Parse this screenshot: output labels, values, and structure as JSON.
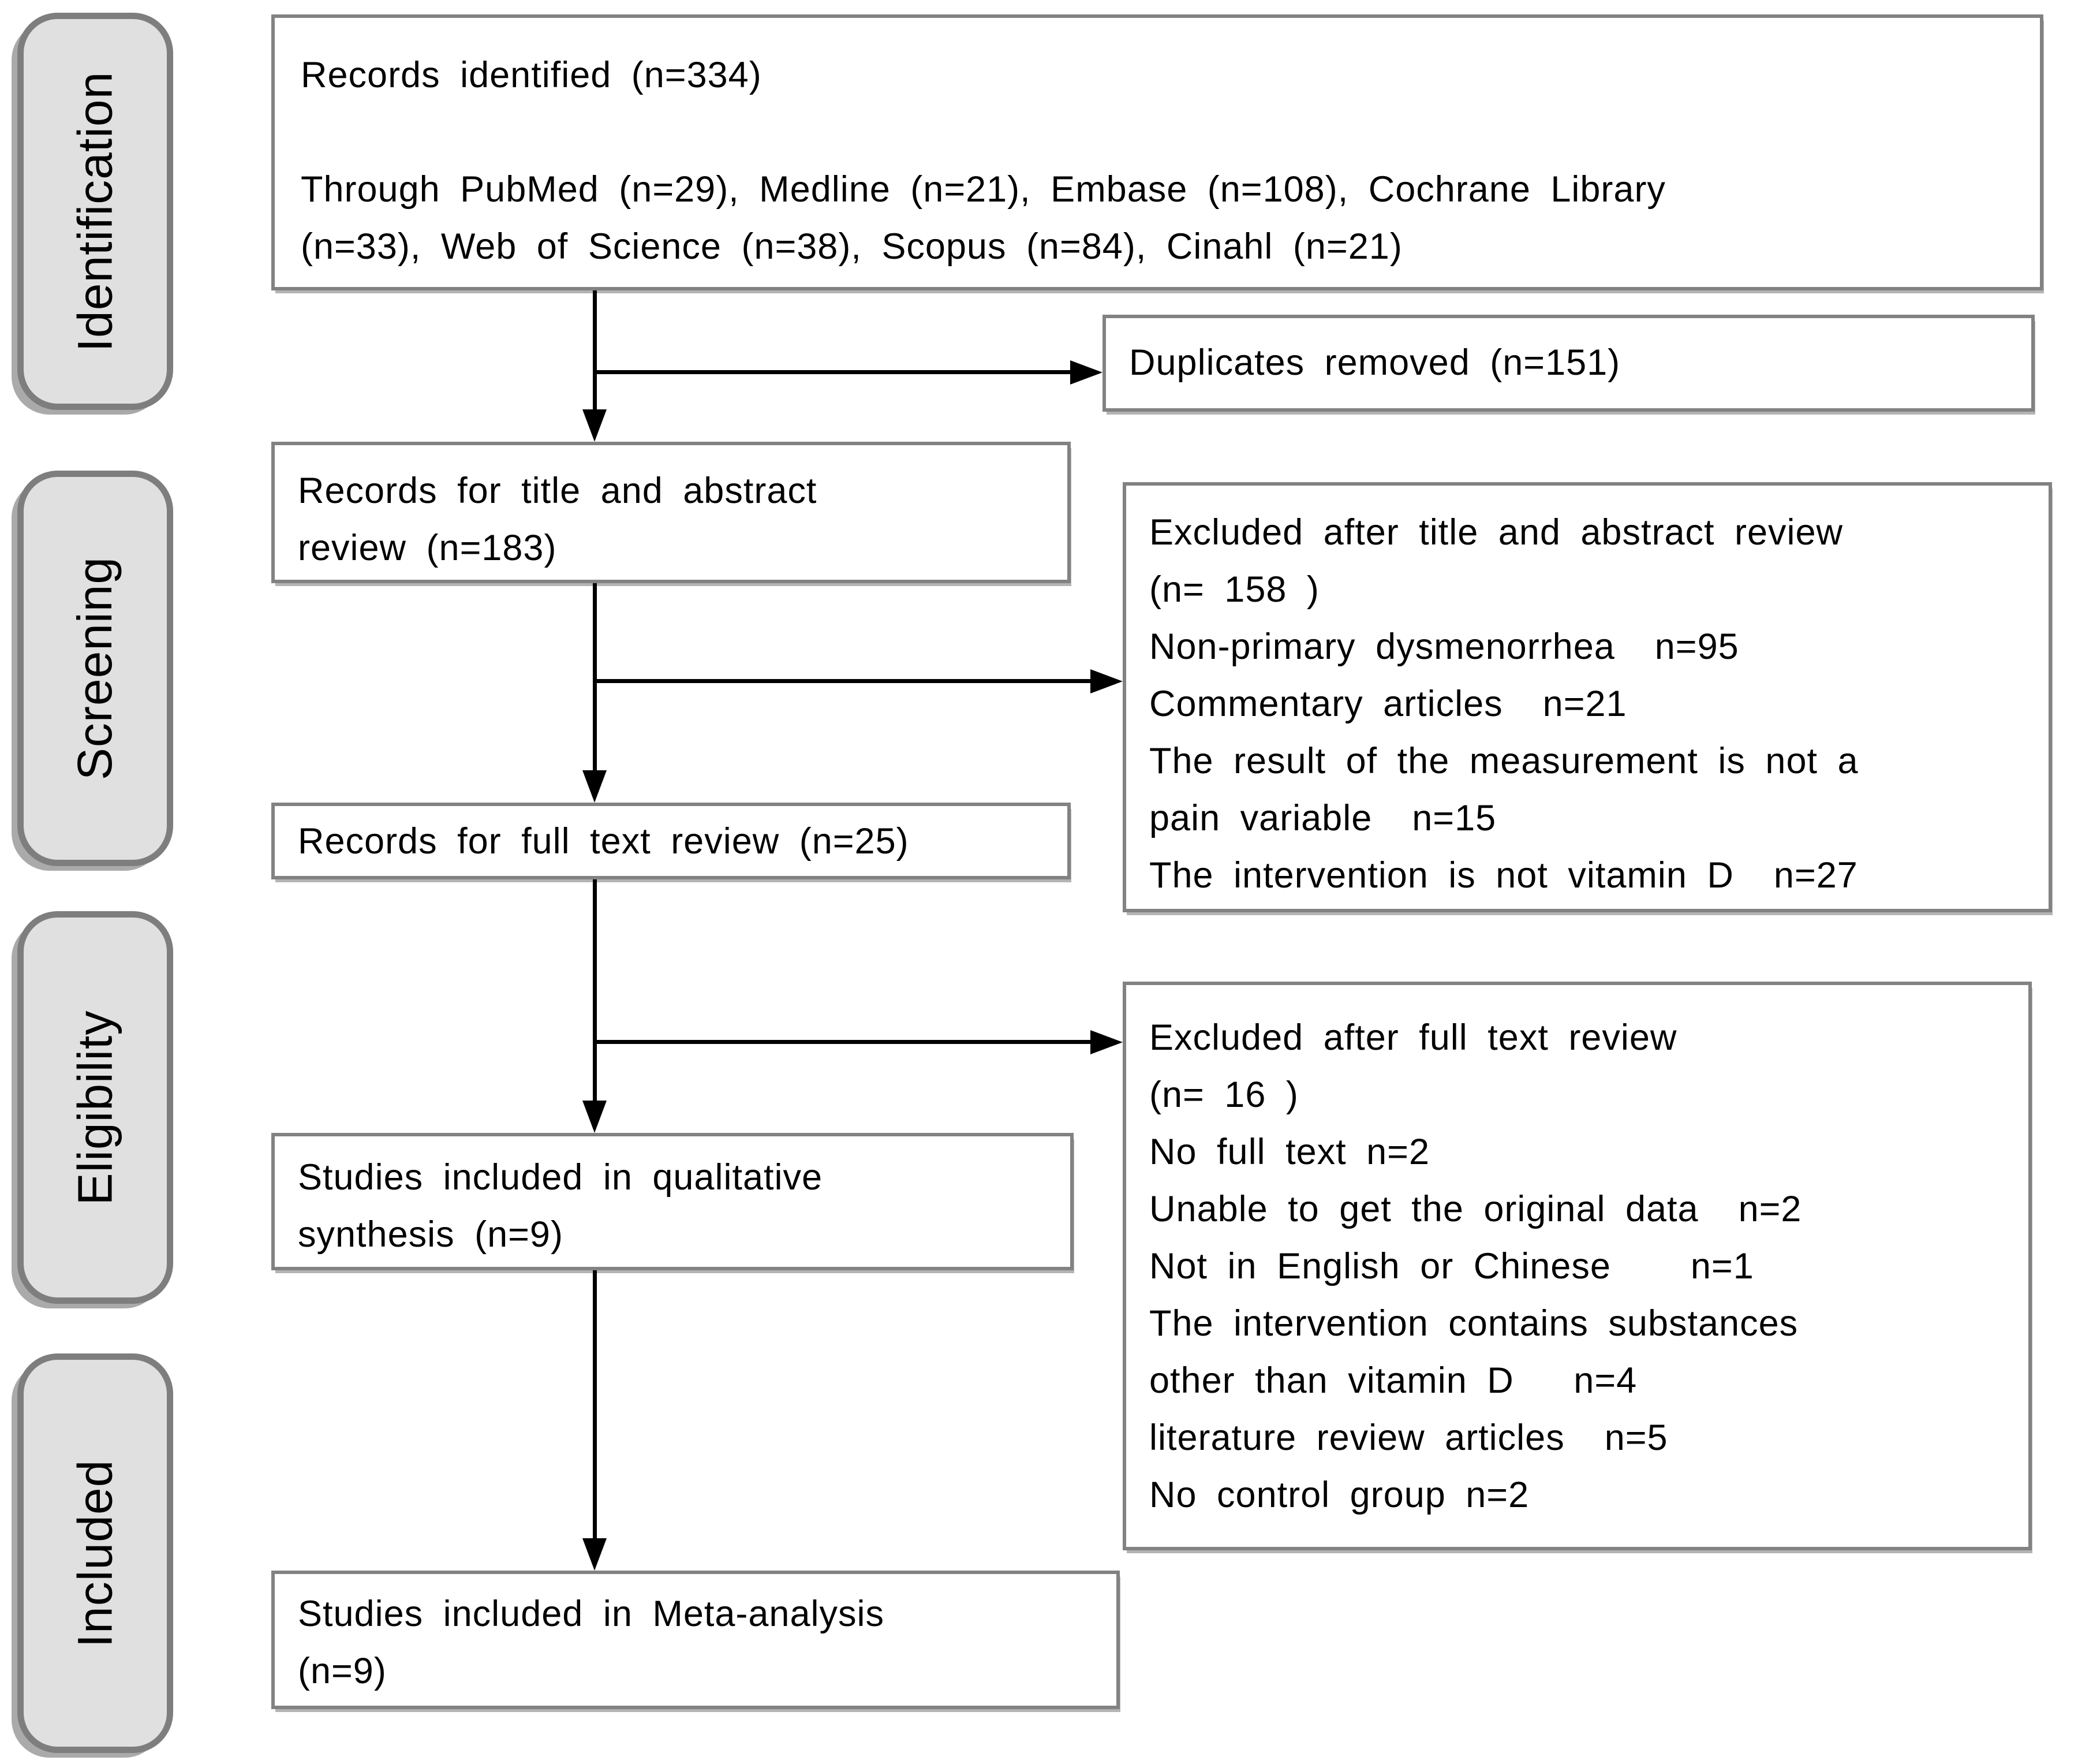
{
  "diagram": {
    "type": "PRISMA flow diagram",
    "stages": [
      "Identification",
      "Screening",
      "Eligibility",
      "Included"
    ],
    "boxes": {
      "records_identified": {
        "lines": [
          "Records identified (n=334)",
          "",
          "Through PubMed (n=29), Medline (n=21), Embase (n=108), Cochrane Library",
          "(n=33), Web of Science (n=38), Scopus (n=84), Cinahl (n=21)"
        ]
      },
      "duplicates_removed": {
        "lines": [
          "Duplicates removed (n=151)"
        ]
      },
      "title_abstract_review": {
        "lines": [
          "Records for title and abstract",
          "review (n=183)"
        ]
      },
      "excluded_title_abstract": {
        "lines": [
          "Excluded after title and abstract review",
          "(n= 158 )",
          "Non-primary dysmenorrhea  n=95",
          "Commentary articles  n=21",
          "The result of the measurement is not a",
          "pain variable  n=15",
          "The intervention is not vitamin D  n=27"
        ]
      },
      "full_text_review": {
        "lines": [
          "Records for full text review (n=25)"
        ]
      },
      "excluded_full_text": {
        "lines": [
          "Excluded after full text review",
          "(n= 16 )",
          "No full text n=2",
          "Unable to get the original data  n=2",
          "Not in English or Chinese    n=1",
          "The intervention contains substances",
          "other than vitamin D   n=4",
          "literature review articles  n=5",
          "No control group n=2"
        ]
      },
      "qualitative_synthesis": {
        "lines": [
          "Studies included in qualitative",
          "synthesis (n=9)"
        ]
      },
      "meta_analysis": {
        "lines": [
          "Studies included in Meta-analysis",
          "(n=9)"
        ]
      }
    },
    "colors": {
      "background": "#ffffff",
      "box_border": "#828282",
      "stage_fill": "#e0e0e0",
      "stage_border": "#7e7e7e",
      "shadow": "#b4b4b4",
      "arrow": "#000000",
      "text": "#000000"
    }
  }
}
